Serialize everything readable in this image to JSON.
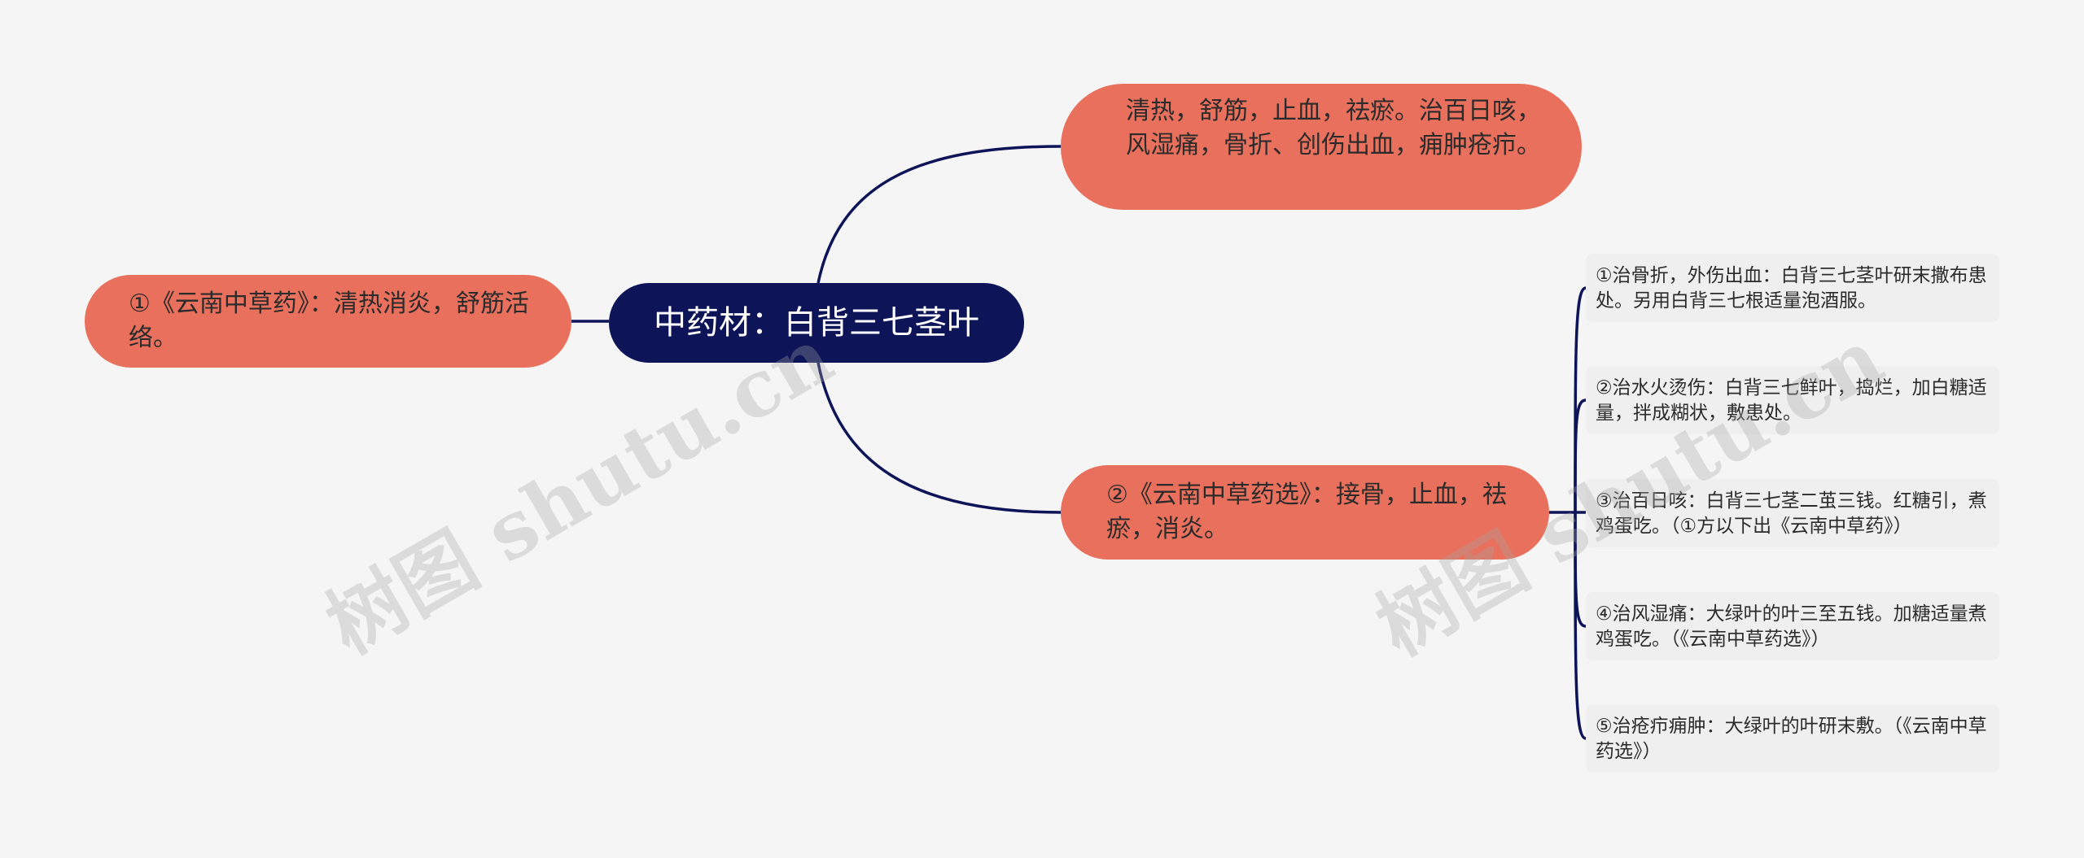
{
  "root": {
    "label": "中药材：白背三七茎叶"
  },
  "branches": [
    {
      "text": "①《云南中草药》：清热消炎，舒筋活络。"
    },
    {
      "text": "清热，舒筋，止血，祛瘀。治百日咳，风湿痛，骨折、创伤出血，痈肿疮疖。"
    },
    {
      "text": "②《云南中草药选》：接骨，止血，祛瘀，消炎。"
    }
  ],
  "leaves": [
    {
      "text": "①治骨折，外伤出血：白背三七茎叶研末撒布患处。另用白背三七根适量泡酒服。"
    },
    {
      "text": "②治水火烫伤：白背三七鲜叶，捣烂，加白糖适量，拌成糊状，敷患处。"
    },
    {
      "text": "③治百日咳：白背三七茎二茧三钱。红糖引，煮鸡蛋吃。（①方以下出《云南中草药》）"
    },
    {
      "text": "④治风湿痛：大绿叶的叶三至五钱。加糖适量煮鸡蛋吃。（《云南中草药选》）"
    },
    {
      "text": "⑤治疮疖痈肿：大绿叶的叶研末敷。（《云南中草药选》）"
    }
  ],
  "watermark": "树图 shutu.cn",
  "colors": {
    "background": "#f5f5f5",
    "root_fill": "#0d1458",
    "branch_fill": "#e8705c",
    "leaf_fill": "#efefef",
    "connector": "#0d1458"
  }
}
